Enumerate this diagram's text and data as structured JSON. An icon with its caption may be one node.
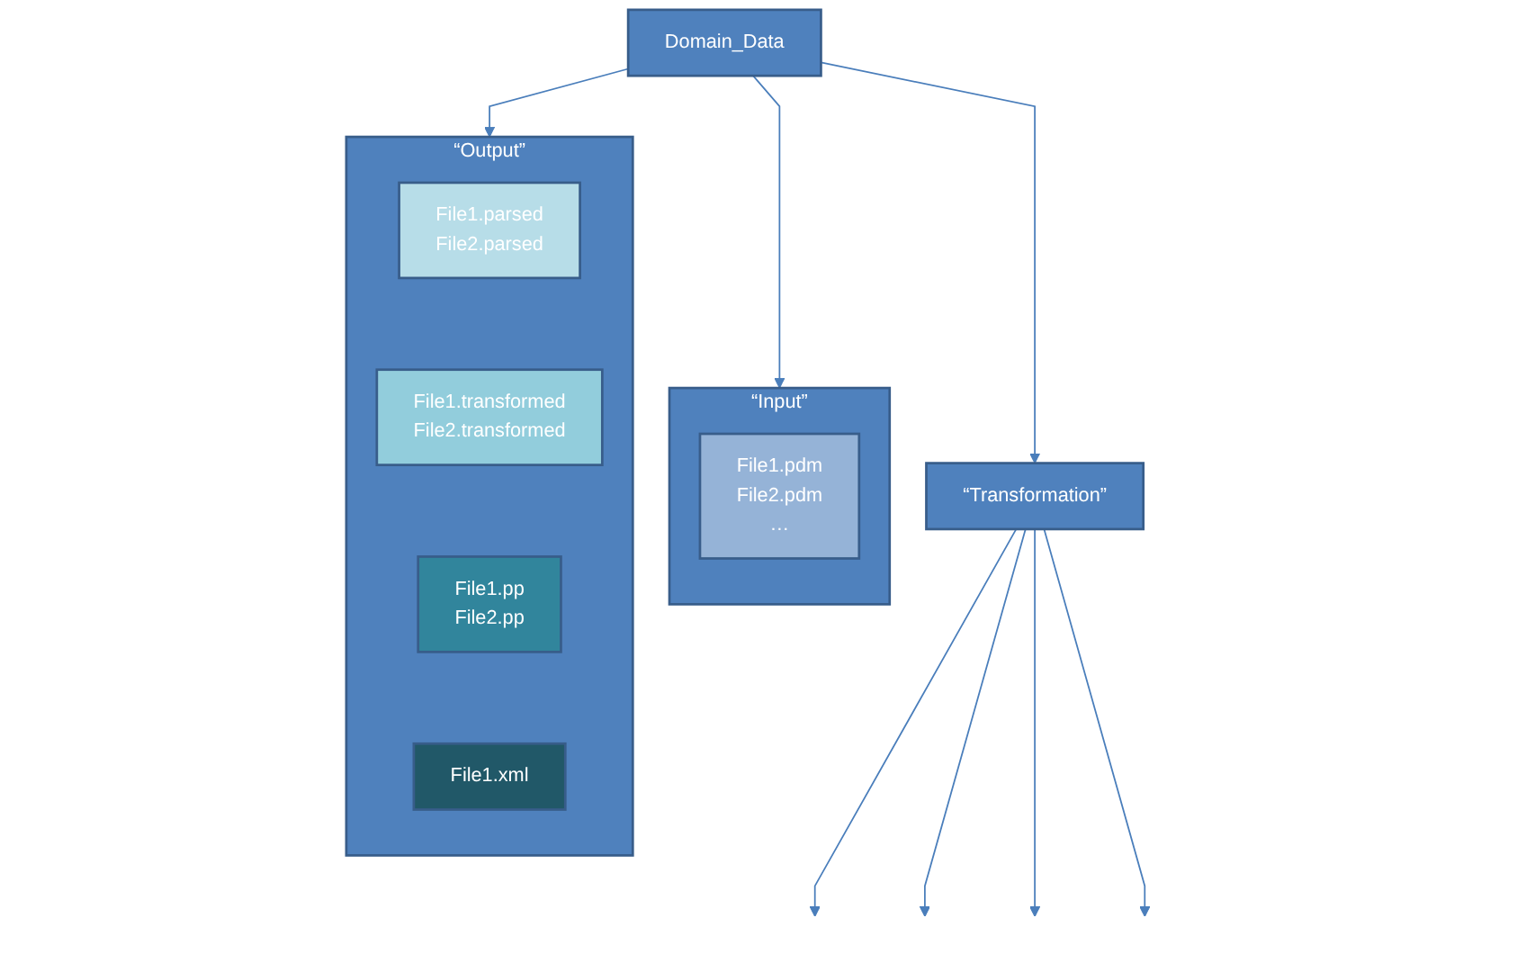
{
  "diagram": {
    "nodes": [
      {
        "text": [
          "Domain_Data"
        ]
      },
      {
        "text": [
          "“Input”"
        ]
      },
      {
        "text": [
          "File1.pdm",
          "File2.pdm",
          "…"
        ],
        "in": 1
      },
      {
        "text": [
          "“Output”"
        ]
      },
      {
        "text": [
          "File1.parsed",
          "File2.parsed"
        ],
        "in": 3
      },
      {
        "text": [
          "File1.transformed",
          "File2.transformed"
        ],
        "in": 3
      },
      {
        "text": [
          "File1.pp",
          "File2.pp"
        ],
        "in": 3
      },
      {
        "text": [
          "File1.xml"
        ],
        "in": 3
      },
      {
        "text": [
          "“Transformation”"
        ]
      }
    ],
    "edges": [
      {
        "from": 0,
        "to": 1,
        "arrow": "to"
      },
      {
        "from": 0,
        "to": 3,
        "arrow": "to"
      },
      {
        "from": 0,
        "to": 8,
        "arrow": "to"
      },
      {
        "from": 8,
        "to": null,
        "arrow": "to"
      },
      {
        "from": 8,
        "to": null,
        "arrow": "to"
      },
      {
        "from": 8,
        "to": null,
        "arrow": "to"
      },
      {
        "from": 8,
        "to": null,
        "arrow": "to"
      }
    ]
  }
}
